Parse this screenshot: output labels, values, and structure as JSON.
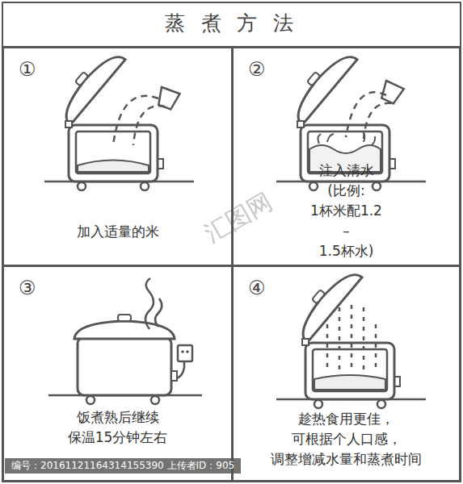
{
  "diagram": {
    "title": "蒸 煮 方 法",
    "nodes": [
      {
        "text": [
          "①",
          "加入适量的米"
        ]
      },
      {
        "text": [
          "②",
          "注入清水 (比例: 1杯米配1.2 – 1.5杯水)"
        ]
      },
      {
        "text": [
          "③",
          "饭煮熟后继续 保温15分钟左右"
        ]
      },
      {
        "text": [
          "④",
          "趁热食用更佳， 可根据个人口感， 调整增减水量和蒸煮时间"
        ]
      }
    ],
    "labels": [
      "编号：20161121164314155390 上传者ID：905",
      "汇图网"
    ]
  }
}
